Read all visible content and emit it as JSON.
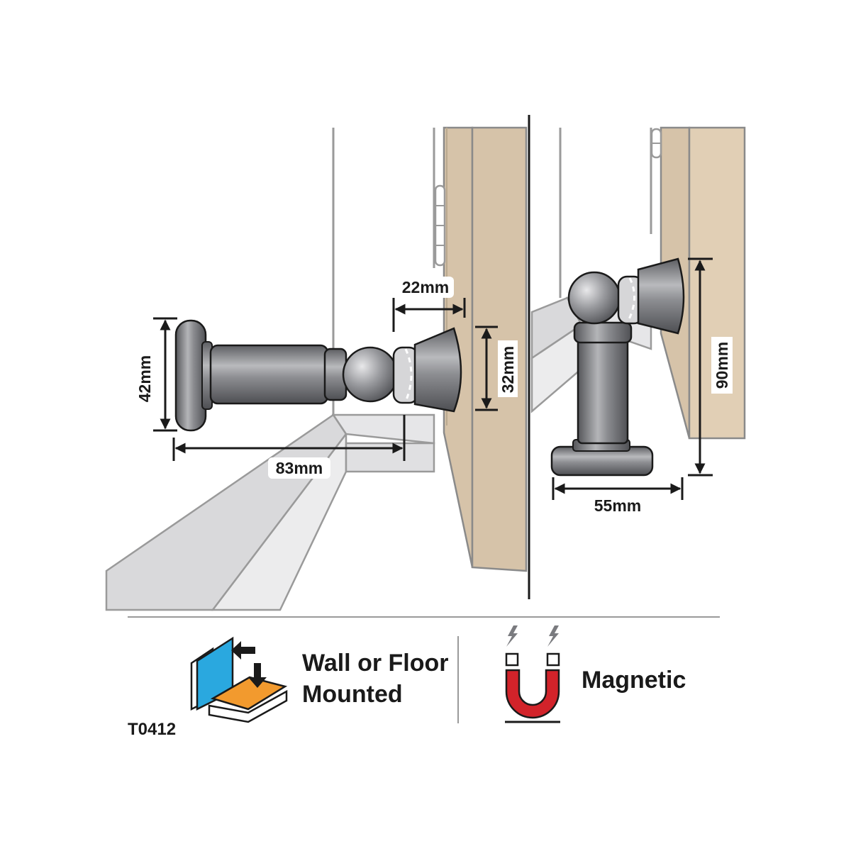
{
  "dimensions": {
    "wall_base_height": "42mm",
    "wall_projection": "83mm",
    "catch_depth": "22mm",
    "catch_height": "32mm",
    "floor_height": "90mm",
    "floor_base_width": "55mm"
  },
  "features": {
    "mounting_line1": "Wall or Floor",
    "mounting_line2": "Mounted",
    "magnetic": "Magnetic"
  },
  "product_code": "T0412",
  "colors": {
    "wood": "#d6c3a9",
    "wood_dark": "#c9b497",
    "wall_line": "#9a9a9a",
    "floor_grey": "#d9d9db",
    "floor_grey_dark": "#c3c3c5",
    "metal": "#7a7b7f",
    "outline": "#1a1a1a",
    "icon_blue": "#2aa8df",
    "icon_orange": "#f29a2e",
    "magnet_red": "#d2232a"
  },
  "icons": [
    "wall-floor-mount-icon",
    "magnet-icon"
  ]
}
